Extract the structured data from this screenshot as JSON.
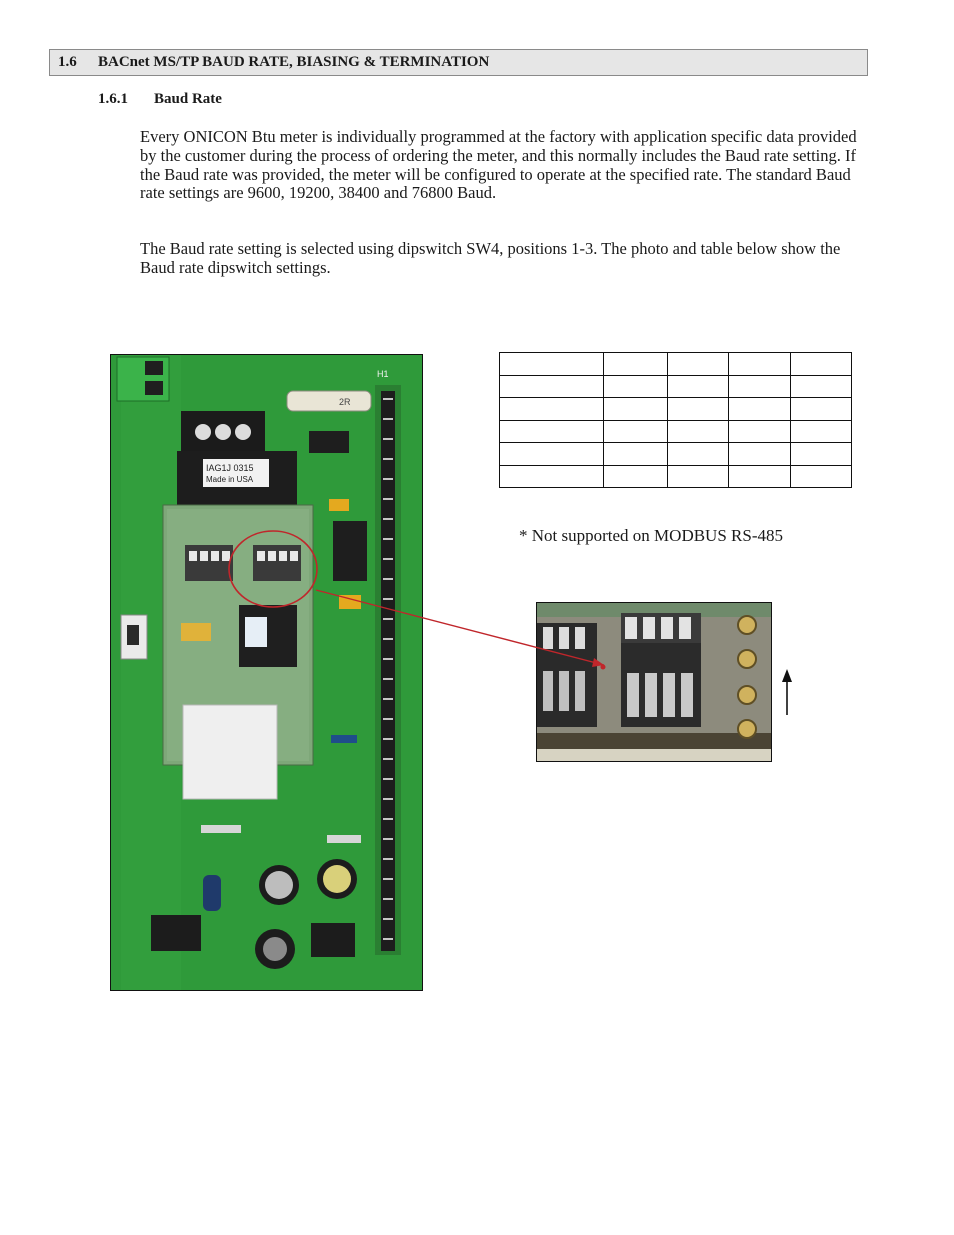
{
  "section": {
    "number": "1.6",
    "title": "BACnet MS/TP BAUD RATE, BIASING & TERMINATION"
  },
  "subsection": {
    "number": "1.6.1",
    "title": "Baud Rate"
  },
  "paragraphs": [
    "Every ONICON Btu meter is individually programmed at the factory with application specific data provided by the customer during the process of ordering the meter, and this normally includes the Baud rate setting. If the Baud rate was provided, the meter will be configured to operate at the specified rate. The standard Baud rate settings are 9600, 19200, 38400 and 76800 Baud.",
    "The Baud rate setting is selected using dipswitch SW4, positions 1-3. The photo and table below show the Baud rate dipswitch settings."
  ],
  "footnote": "* Not supported on MODBUS RS-485",
  "board_labels": {
    "chip_line1": "IAG1J 0315",
    "chip_line2": "Made in USA",
    "resistor": "2R",
    "header": "H1"
  },
  "colors": {
    "pcb_green": "#2f9a3a",
    "callout_red": "#c0262b",
    "section_bar": "#e6e6e6"
  }
}
